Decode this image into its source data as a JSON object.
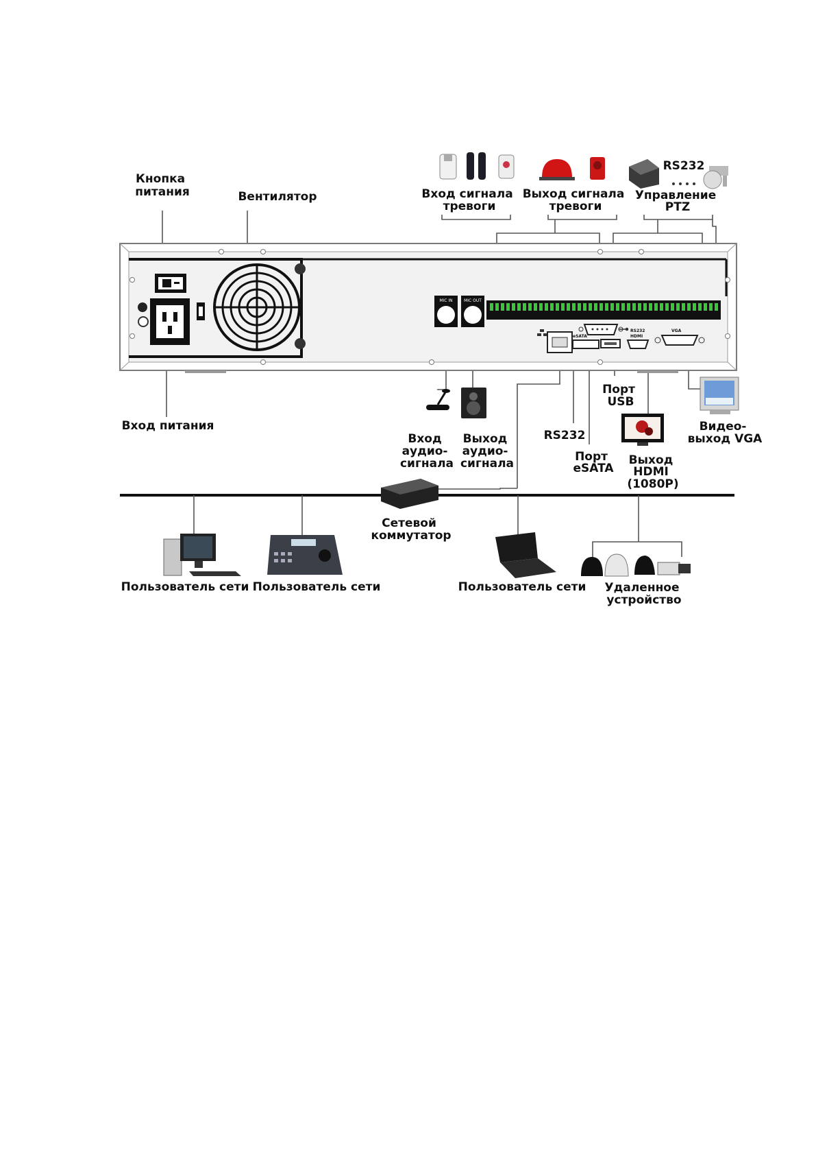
{
  "labels": {
    "power_button": [
      "Кнопка",
      "питания"
    ],
    "fan": [
      "Вентилятор"
    ],
    "power_input": [
      "Вход питания"
    ],
    "alarm_in": [
      "Вход сигнала",
      "тревоги"
    ],
    "alarm_out": [
      "Выход сигнала",
      "тревоги"
    ],
    "ptz": [
      "Управление",
      "PTZ"
    ],
    "rs232_top": [
      "RS232"
    ],
    "audio_in": [
      "Вход",
      "аудио-",
      "сигнала"
    ],
    "audio_out": [
      "Выход",
      "аудио-",
      "сигнала"
    ],
    "rs232_bottom": [
      "RS232"
    ],
    "usb": [
      "Порт",
      "USB"
    ],
    "esata": [
      "Порт",
      "eSATA"
    ],
    "hdmi": [
      "Выход",
      "HDMI",
      "(1080P)"
    ],
    "vga": [
      "Видео-",
      "выход VGA"
    ],
    "switch": [
      "Сетевой",
      "коммутатор"
    ],
    "net_user_1": [
      "Пользователь сети"
    ],
    "net_user_2": [
      "Пользователь сети"
    ],
    "net_user_3": [
      "Пользователь сети"
    ],
    "remote": [
      "Удаленное",
      "устройство"
    ]
  },
  "panel_text": {
    "mic_in": "MIC IN",
    "mic_out": "MIC OUT",
    "esata": "eSATA",
    "rs232": "RS232",
    "hdmi": "HDMI",
    "vga": "VGA"
  }
}
